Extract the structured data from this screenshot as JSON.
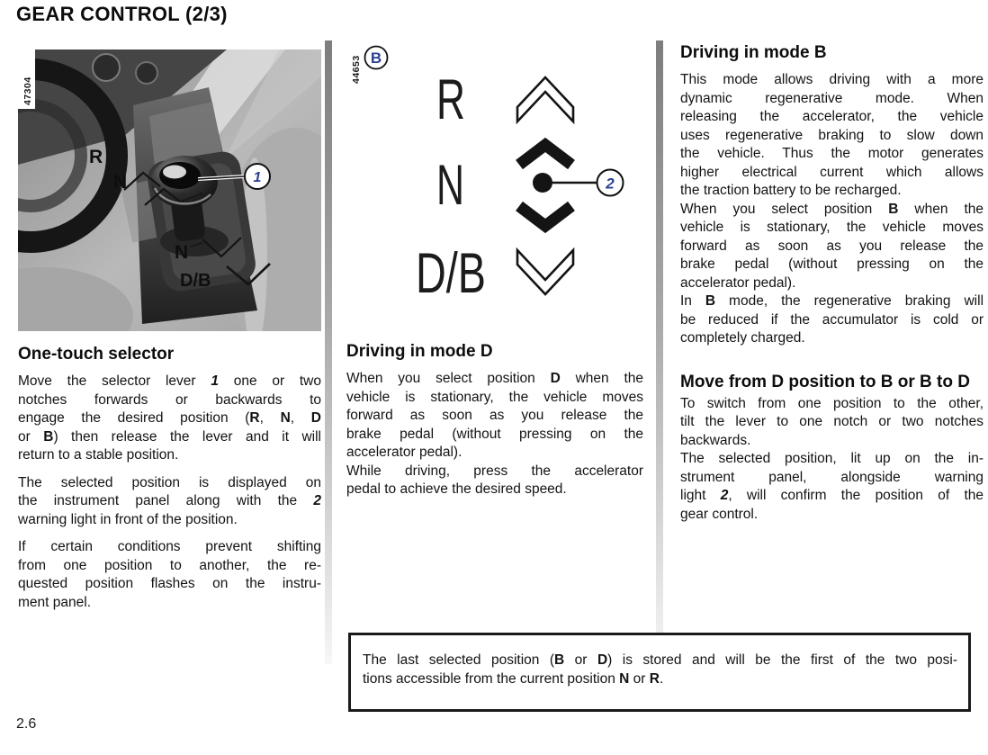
{
  "page": {
    "title": "GEAR CONTROL (2/3)",
    "number": "2.6"
  },
  "colors": {
    "text": "#111111",
    "callout_text": "#2b418f",
    "separator_top": "#7d7d7d",
    "separator_bottom": "#efefef",
    "note_border": "#1a1a1a"
  },
  "left_figure": {
    "id": "47304",
    "label_r": "R",
    "label_n_upper": "N",
    "label_n_lower": "N",
    "label_db": "D/B",
    "callout": "1"
  },
  "left_section": {
    "title": "One-touch selector",
    "paragraphs": [
      [
        "Move the selector lever *1* one or two",
        "notches forwards or backwards to",
        "engage the desired position (**R**, **N**, **D**",
        "or **B**) then release the lever and it will",
        "return to a stable position."
      ],
      [
        "The selected position is displayed on",
        "the instrument panel along with the *2*",
        "warning light in front of the position."
      ],
      [
        "If certain conditions prevent shifting",
        "from one position to another, the re-",
        "quested position flashes on the instru-",
        "ment panel."
      ]
    ]
  },
  "middle_figure": {
    "id": "44653",
    "variant": "B",
    "label_r": "R",
    "label_n": "N",
    "label_db": "D/B",
    "callout": "2"
  },
  "middle_section": {
    "title": "Driving in mode D",
    "paragraphs": [
      [
        "When you select position **D** when the",
        "vehicle is stationary, the vehicle moves",
        "forward as soon as you release the",
        "brake pedal (without pressing on the",
        "accelerator pedal)."
      ],
      [
        "While driving, press the accelerator",
        "pedal to achieve the desired speed."
      ]
    ]
  },
  "right": {
    "sections": [
      {
        "title": "Driving in mode B",
        "paragraphs": [
          [
            "This mode allows driving with a more",
            "dynamic regenerative mode. When",
            "releasing the accelerator, the vehicle",
            "uses regenerative braking to slow down",
            "the vehicle. Thus the motor generates",
            "higher electrical current which allows",
            "the traction battery to be recharged."
          ],
          [
            "When you select position **B** when the",
            "vehicle is stationary, the vehicle moves",
            "forward as soon as you release the",
            "brake pedal (without pressing on the",
            "accelerator pedal)."
          ],
          [
            "In **B** mode, the regenerative braking will",
            "be reduced if the accumulator is cold or",
            "completely charged."
          ]
        ]
      },
      {
        "title": "Move from D position to B or B to D",
        "paragraphs": [
          [
            "To switch from one position to the other,",
            "tilt the lever to one notch or two notches",
            "backwards."
          ],
          [
            "The selected position, lit up on the in-",
            "strument panel, alongside warning",
            "light *2*, will confirm the position of the",
            "gear control."
          ]
        ]
      }
    ]
  },
  "note": {
    "paragraphs": [
      [
        "The last selected position (**B** or **D**) is stored and will be the first of the two posi-",
        "tions accessible from the current position **N** or **R**."
      ]
    ]
  }
}
